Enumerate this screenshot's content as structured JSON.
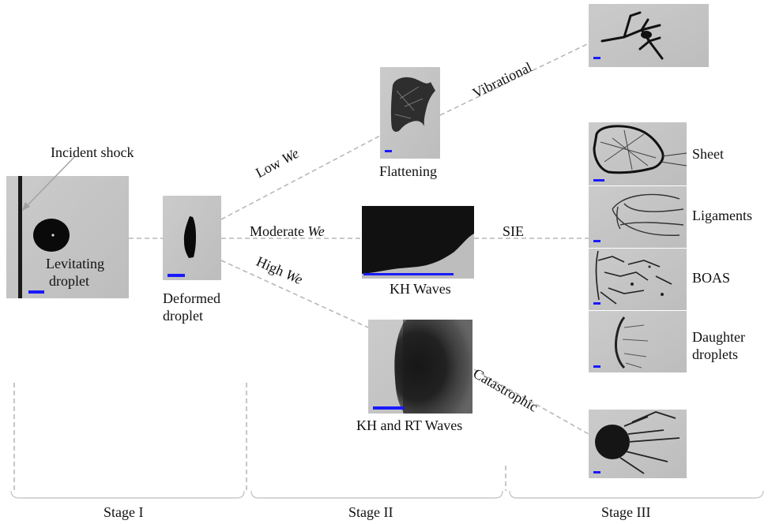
{
  "labels": {
    "incident_shock": "Incident shock",
    "levitating_1": "Levitating",
    "levitating_2": "droplet",
    "deformed_1": "Deformed",
    "deformed_2": "droplet",
    "low_prefix": "Low ",
    "low_we": "We",
    "moderate_prefix": "Moderate ",
    "moderate_we": "We",
    "high_prefix": "High ",
    "high_we": "We",
    "flattening": "Flattening",
    "kh_waves": "KH Waves",
    "kh_rt_waves": "KH and RT Waves",
    "vibrational": "Vibrational",
    "sie": "SIE",
    "catastrophic": "Catastrophic",
    "sheet": "Sheet",
    "ligaments": "Ligaments",
    "boas": "BOAS",
    "daughter_1": "Daughter",
    "daughter_2": "droplets"
  },
  "stages": {
    "stage1": "Stage I",
    "stage2": "Stage II",
    "stage3": "Stage III"
  },
  "colors": {
    "scale_bar": "#1a1aff",
    "connector": "#b8b8b8",
    "photo_bg": "#c4c4c4",
    "ink": "#111111"
  }
}
